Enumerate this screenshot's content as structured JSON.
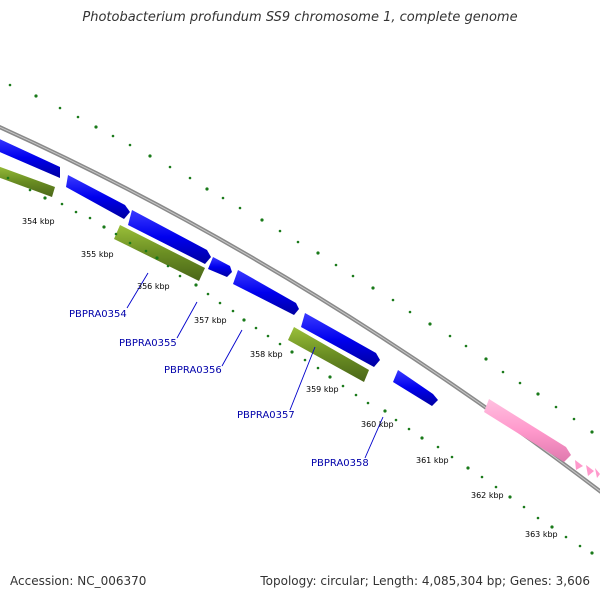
{
  "title": "Photobacterium profundum SS9 chromosome 1, complete genome",
  "footer": {
    "accession": "Accession: NC_006370",
    "summary": "Topology: circular; Length: 4,085,304 bp; Genes: 3,606"
  },
  "colors": {
    "backbone": "#8a8a8a",
    "forward_gene": "#0000ee",
    "reverse_gene": "#6b8e23",
    "rna_gene": "#ff99cc",
    "tick_dots": "#1a7a1a",
    "label": "#0000aa"
  },
  "ticks": [
    "354 kbp",
    "355 kbp",
    "356 kbp",
    "357 kbp",
    "358 kbp",
    "359 kbp",
    "360 kbp",
    "361 kbp",
    "362 kbp",
    "363 kbp"
  ],
  "gene_labels": [
    "PBPRA0354",
    "PBPRA0355",
    "PBPRA0356",
    "PBPRA0357",
    "PBPRA0358"
  ]
}
